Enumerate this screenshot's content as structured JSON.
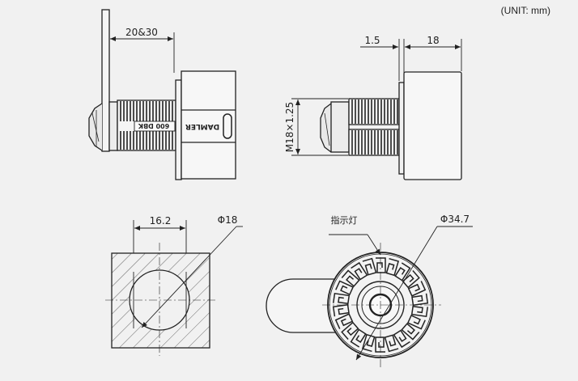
{
  "unit_label": "(UNIT:  mm)",
  "side_view": {
    "length_dim": "20&30",
    "body_text": "DAMLER",
    "barrel_text": "600 DBK"
  },
  "end_view": {
    "flange_dim": "1.5",
    "head_dim": "18",
    "thread_dim": "M18×1.25"
  },
  "cutout_view": {
    "width_dim": "16.2",
    "diameter_dim": "Φ18"
  },
  "front_view": {
    "indicator_label": "指示灯",
    "diameter_dim": "Φ34.7"
  },
  "colors": {
    "line": "#222222",
    "background": "#f1f1f1"
  }
}
